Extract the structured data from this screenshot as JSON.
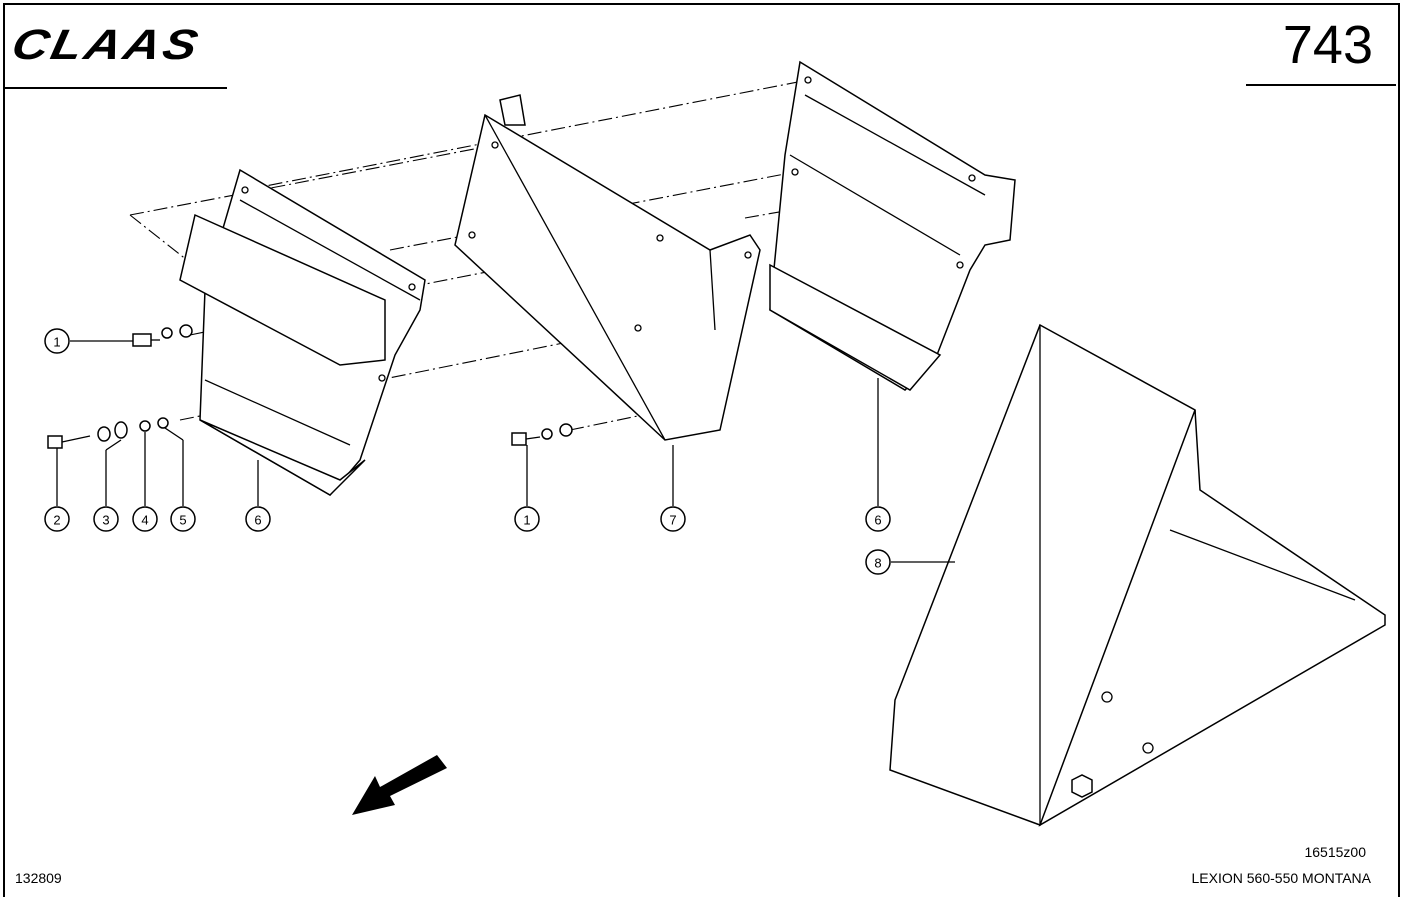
{
  "header": {
    "brand": "CLAAS",
    "page_number": "743"
  },
  "footer": {
    "drawing_number": "16515z00",
    "model": "LEXION 560-550 MONTANA",
    "document_number": "132809"
  },
  "callouts": [
    "1",
    "2",
    "3",
    "4",
    "5",
    "6",
    "1",
    "7",
    "6",
    "8"
  ]
}
